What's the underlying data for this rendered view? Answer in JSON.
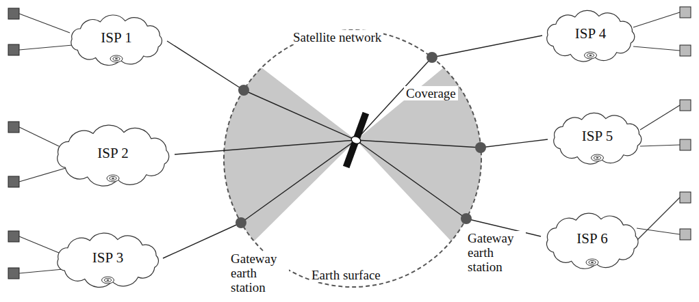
{
  "diagram": {
    "nodes": [
      {
        "text": [
          "ISP 1"
        ]
      },
      {
        "text": [
          "ISP 2"
        ]
      },
      {
        "text": [
          "ISP 3"
        ]
      },
      {
        "text": [
          "ISP 4"
        ]
      },
      {
        "text": [
          "ISP 5"
        ]
      },
      {
        "text": [
          "ISP 6"
        ]
      }
    ],
    "labels": [
      "Satellite network",
      "Coverage",
      "Earth surface",
      "Gateway earth station",
      "Gateway earth station"
    ]
  }
}
